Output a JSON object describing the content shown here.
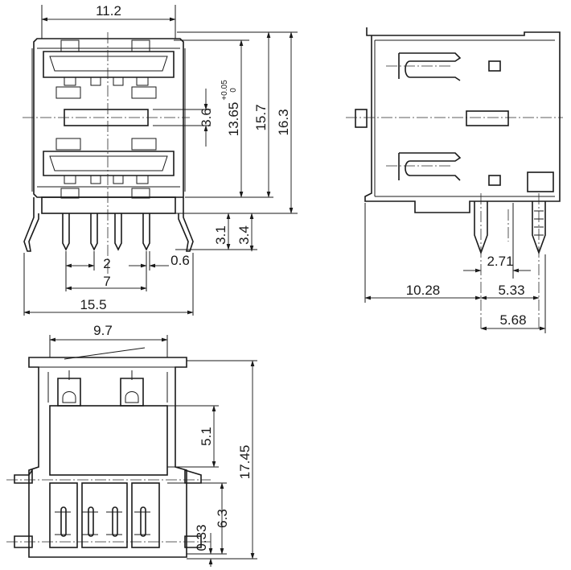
{
  "dimensions": {
    "front_width": "11.2",
    "front_tab_height": "3.6",
    "front_port_height": "13.65",
    "front_port_tol_upper": "+0.05",
    "front_port_tol_lower": "0",
    "front_body_height": "15.7",
    "front_total_height": "16.3",
    "pin_pitch": "2",
    "pin_width": "0.6",
    "pin_span": "7",
    "shell_width": "15.5",
    "pin_length_short": "3.1",
    "pin_length_long": "3.4",
    "side_pin_pitch": "2.71",
    "side_body_length": "10.28",
    "side_pin_offset": "5.33",
    "side_pin_offset_total": "5.68",
    "bottom_width": "9.7",
    "bottom_upper_height": "5.1",
    "bottom_total_height": "17.45",
    "bottom_lower_height": "6.3",
    "bottom_plate_thickness": "0.33"
  }
}
